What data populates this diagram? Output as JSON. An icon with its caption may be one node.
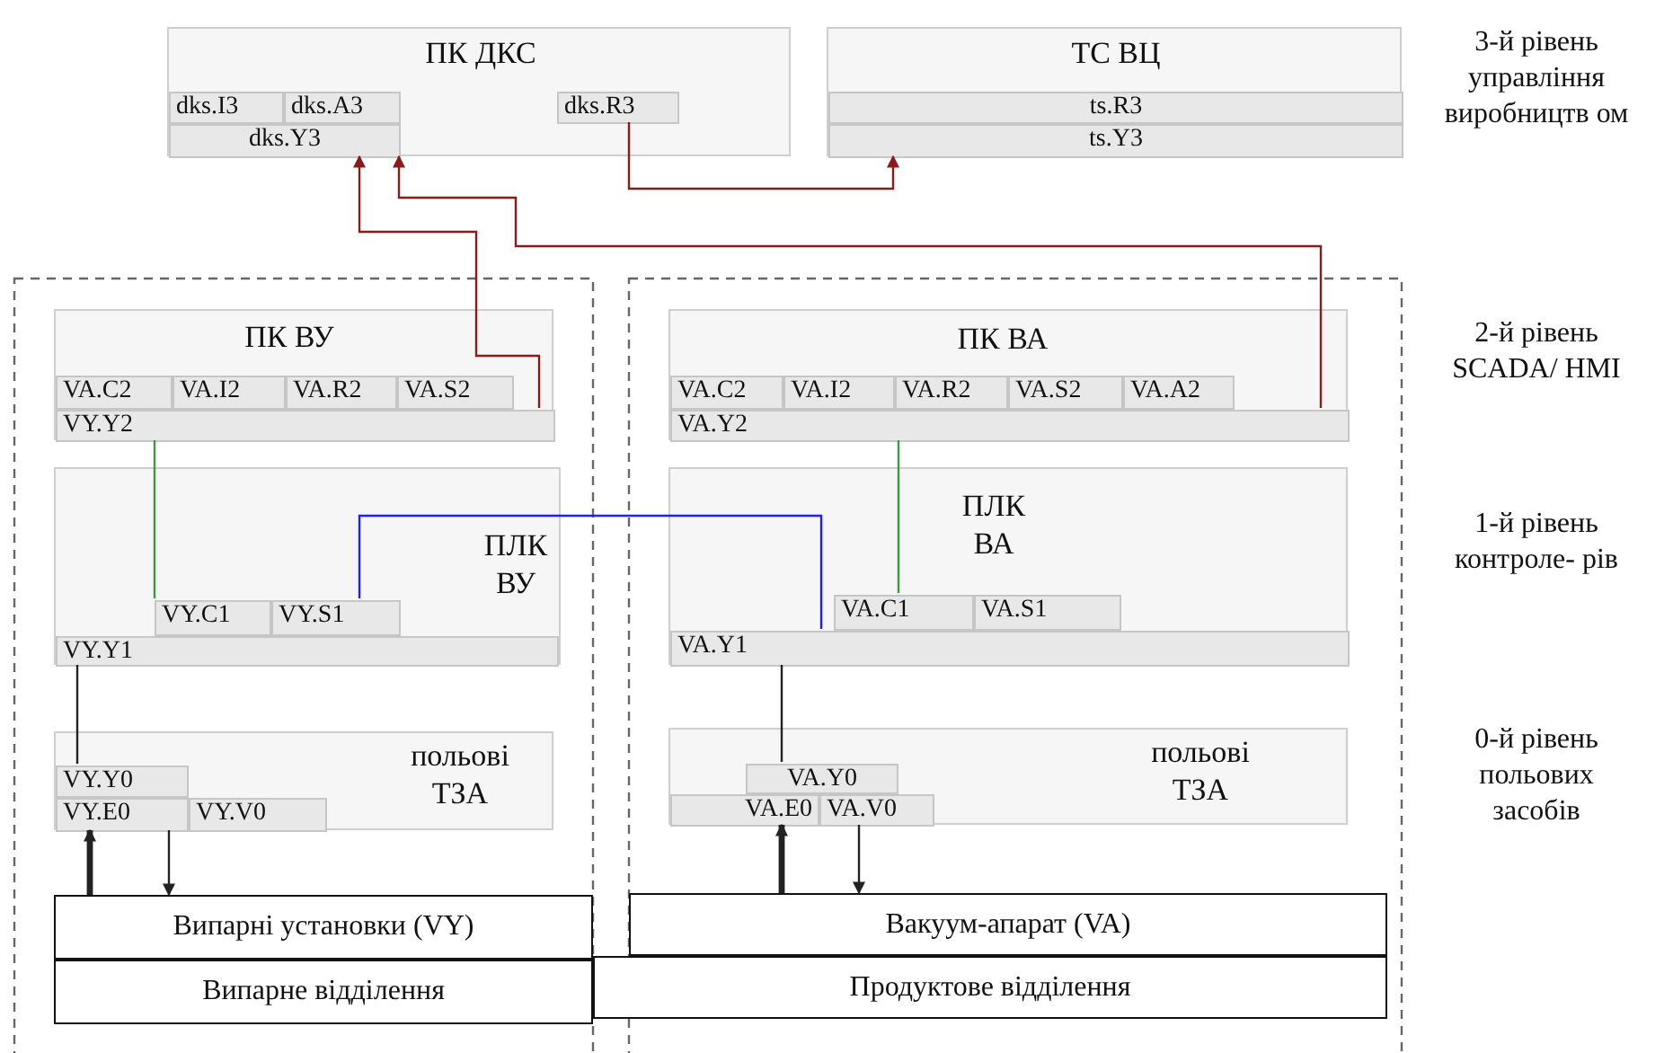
{
  "diagram": {
    "nodes": [
      {
        "text": [
          "ПК ДКС"
        ]
      },
      {
        "text": [
          "dks.I3"
        ],
        "in": 0
      },
      {
        "text": [
          "dks.A3"
        ],
        "in": 0
      },
      {
        "text": [
          "dks.Y3"
        ],
        "in": 0
      },
      {
        "text": [
          "dks.R3"
        ],
        "in": 0
      },
      {
        "text": [
          "ТС ВЦ"
        ]
      },
      {
        "text": [
          "ts.R3"
        ],
        "in": 5
      },
      {
        "text": [
          "ts.Y3"
        ],
        "in": 5
      },
      {
        "text": [
          "ПК ВУ"
        ]
      },
      {
        "text": [
          "VA.C2"
        ],
        "in": 8
      },
      {
        "text": [
          "VA.I2"
        ],
        "in": 8
      },
      {
        "text": [
          "VA.R2"
        ],
        "in": 8
      },
      {
        "text": [
          "VA.S2"
        ],
        "in": 8
      },
      {
        "text": [
          "VY.Y2"
        ],
        "in": 8
      },
      {
        "text": [
          "ПЛК ВУ"
        ]
      },
      {
        "text": [
          "VY.C1"
        ],
        "in": 14
      },
      {
        "text": [
          "VY.S1"
        ],
        "in": 14
      },
      {
        "text": [
          "VY.Y1"
        ],
        "in": 14
      },
      {
        "text": [
          "польові ТЗА"
        ]
      },
      {
        "text": [
          "VY.Y0"
        ],
        "in": 18
      },
      {
        "text": [
          "VY.E0"
        ],
        "in": 18
      },
      {
        "text": [
          "VY.V0"
        ],
        "in": 18
      },
      {
        "text": [
          "Випарні установки (VY)"
        ]
      },
      {
        "text": [
          "Випарне відділення"
        ]
      },
      {
        "text": [
          "ПК ВА"
        ]
      },
      {
        "text": [
          "VA.C2"
        ],
        "in": 24
      },
      {
        "text": [
          "VA.I2"
        ],
        "in": 24
      },
      {
        "text": [
          "VA.R2"
        ],
        "in": 24
      },
      {
        "text": [
          "VA.S2"
        ],
        "in": 24
      },
      {
        "text": [
          "VA.A2"
        ],
        "in": 24
      },
      {
        "text": [
          "VA.Y2"
        ],
        "in": 24
      },
      {
        "text": [
          "ПЛК ВА"
        ]
      },
      {
        "text": [
          "VA.C1"
        ],
        "in": 31
      },
      {
        "text": [
          "VA.S1"
        ],
        "in": 31
      },
      {
        "text": [
          "VA.Y1"
        ],
        "in": 31
      },
      {
        "text": [
          "польові ТЗА"
        ]
      },
      {
        "text": [
          "VA.Y0"
        ],
        "in": 35
      },
      {
        "text": [
          "VA.E0"
        ],
        "in": 35
      },
      {
        "text": [
          "VA.V0"
        ],
        "in": 35
      },
      {
        "text": [
          "Вакуум-апарат (VA)"
        ]
      },
      {
        "text": [
          "Продуктове відділення"
        ]
      }
    ],
    "edges": [
      {
        "from": 4,
        "to": 7,
        "arrow": "to",
        "color": "#8b1a1a"
      },
      {
        "from": 13,
        "to": 3,
        "arrow": "to",
        "color": "#8b1a1a"
      },
      {
        "from": 30,
        "to": 0,
        "arrow": "to",
        "color": "#8b1a1a"
      },
      {
        "from": 13,
        "to": 15,
        "arrow": "none",
        "color": "#3c9a3c"
      },
      {
        "from": 16,
        "to": 34,
        "arrow": "none",
        "color": "#2020ff"
      },
      {
        "from": 30,
        "to": 32,
        "arrow": "none",
        "color": "#3c9a3c"
      },
      {
        "from": 17,
        "to": 19,
        "arrow": "none"
      },
      {
        "from": 34,
        "to": 36,
        "arrow": "none"
      },
      {
        "from": 22,
        "to": 20,
        "arrow": "to",
        "style": "thick"
      },
      {
        "from": 20,
        "to": 22,
        "arrow": "to"
      },
      {
        "from": 39,
        "to": 37,
        "arrow": "to",
        "style": "thick"
      },
      {
        "from": 38,
        "to": 39,
        "arrow": "to"
      }
    ],
    "labels": [
      "3-й рівень управління виробництв ом",
      "2-й рівень SCADA/ HMI",
      "1-й рівень контроле- рів",
      "0-й рівень польових засобів"
    ]
  }
}
